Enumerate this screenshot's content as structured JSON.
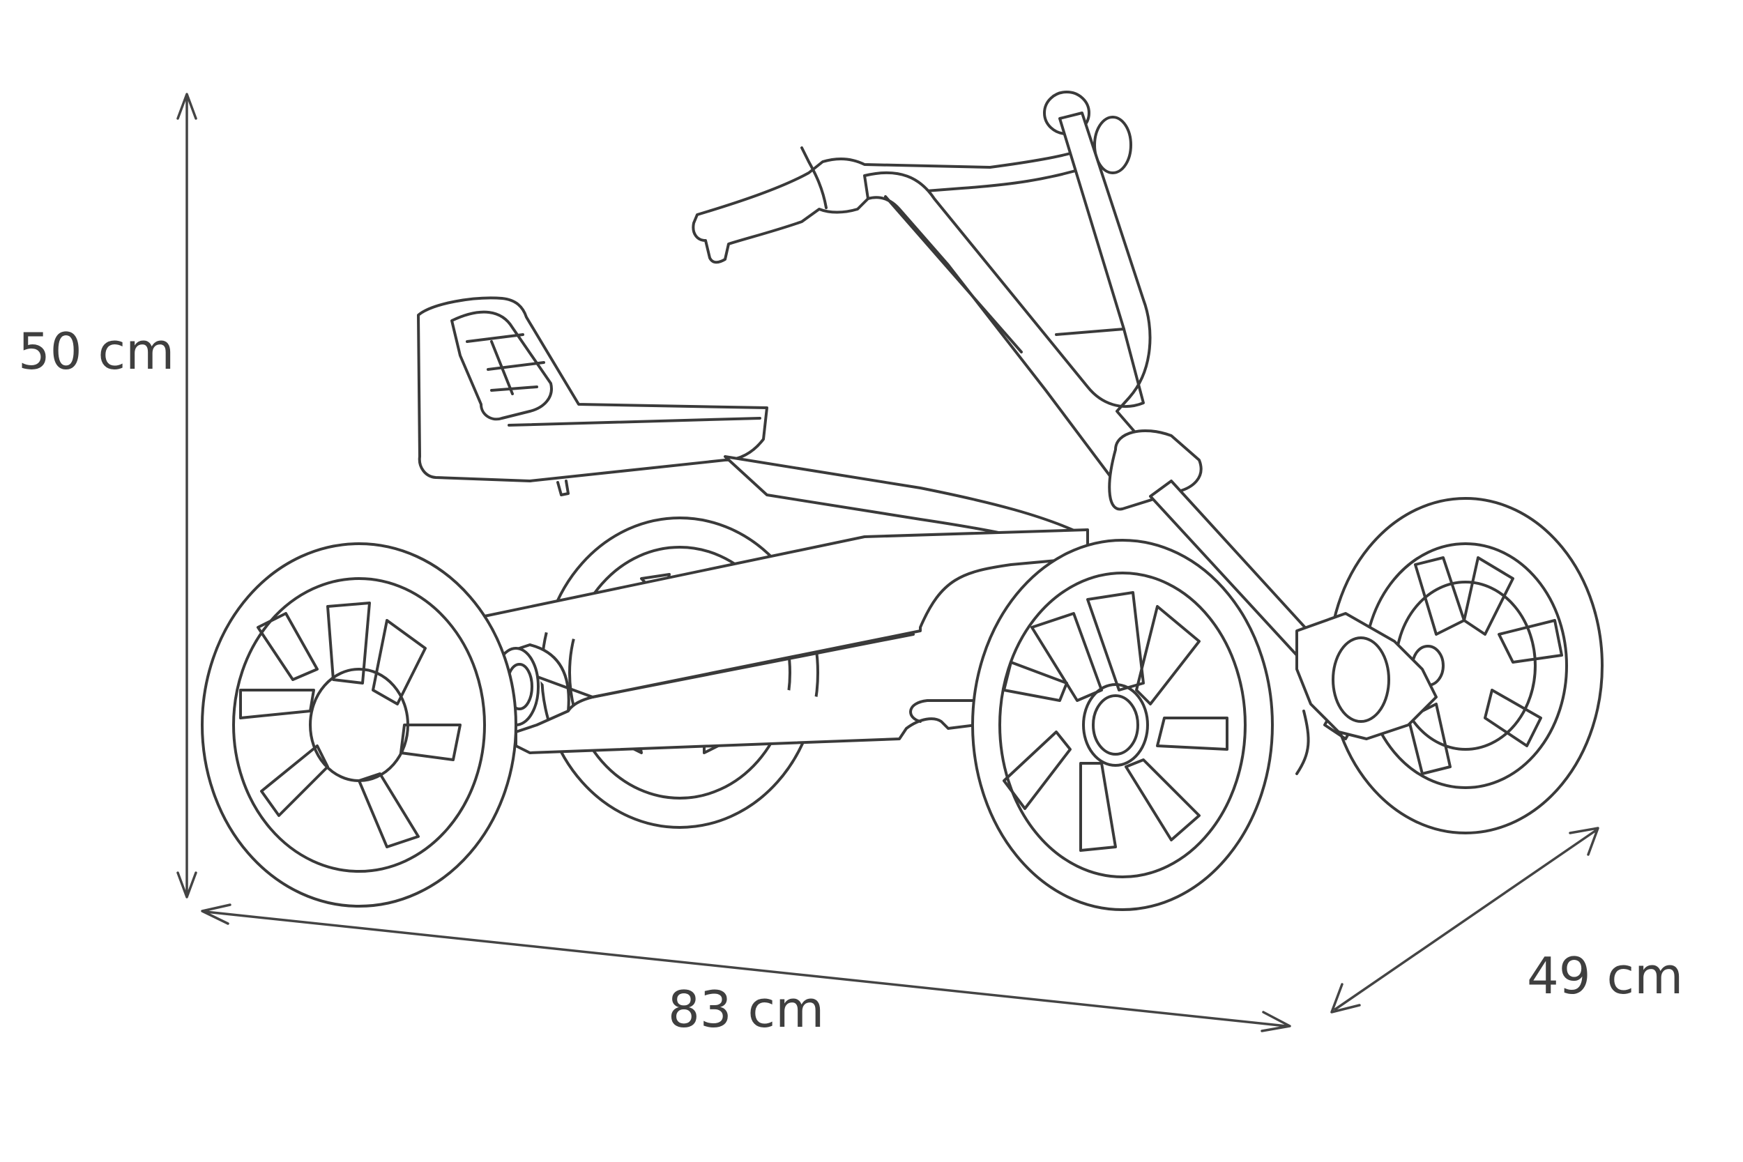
{
  "dimensions": {
    "height": "50 cm",
    "length": "83 cm",
    "width": "49 cm"
  },
  "colors": {
    "line": "#3a3a3a",
    "label": "#3f3f3f",
    "background": "#ffffff"
  }
}
